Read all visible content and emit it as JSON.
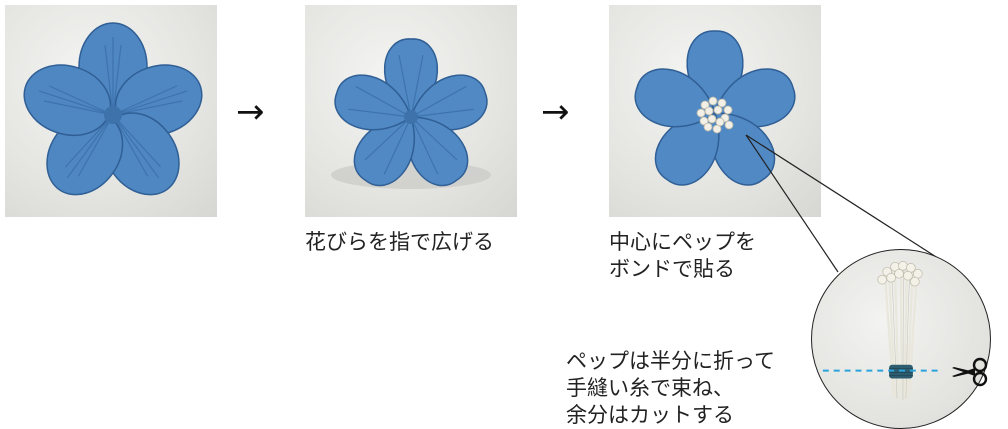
{
  "steps": [
    {
      "arrow": "→"
    },
    {
      "caption": [
        "花びらを指で広げる"
      ],
      "arrow": "→"
    },
    {
      "caption": [
        "中心にペップを",
        "ボンドで貼る"
      ]
    }
  ],
  "detail": {
    "caption": [
      "ペップは半分に折って",
      "手縫い糸で束ね、",
      "余分はカットする"
    ],
    "icon": "scissors-icon",
    "cut_line_color": "#29a3dc"
  },
  "colors": {
    "petal": "#4f87c2",
    "petal_dark": "#2f5f95",
    "background": "#e3e3e0",
    "stamen": "#f2f0e6",
    "thread": "#2d5c6e"
  }
}
